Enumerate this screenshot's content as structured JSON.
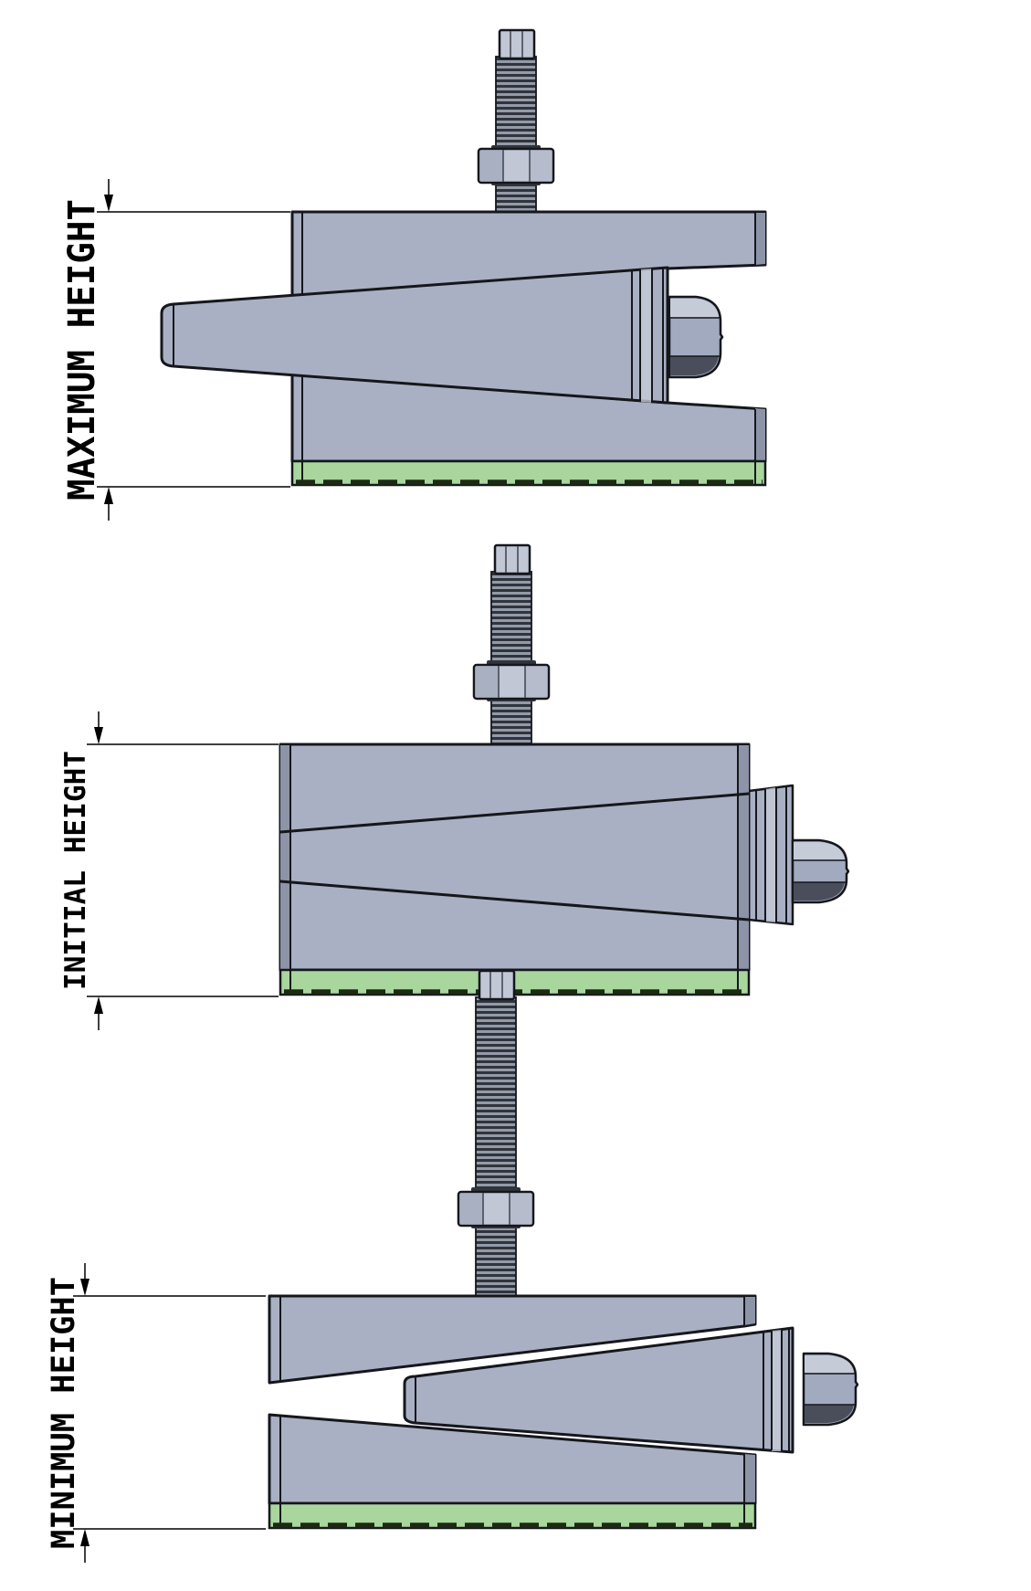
{
  "drawing": {
    "views": [
      {
        "id": "maximum",
        "label": "MAXIMUM HEIGHT"
      },
      {
        "id": "initial",
        "label": "INITIAL HEIGHT"
      },
      {
        "id": "minimum",
        "label": "MINIMUM HEIGHT"
      }
    ]
  },
  "colors": {
    "background": "#ffffff",
    "body": "#a9b0c3",
    "body_shade": "#8d94a8",
    "outline": "#15171c",
    "pad_green": "#a8d69d",
    "pad_tread": "#1c2a14",
    "nut": "#c2c7d6",
    "nut_face_l": "#a9b0c2",
    "nut_face_r": "#b6bccc",
    "nut_line": "#454a56",
    "thread_light": "#939aa8",
    "thread_dark": "#31343c",
    "bolt_light": "#c6cbd8",
    "bolt_mid": "#a2aabf",
    "bolt_dark": "#4a4e5a",
    "dimension": "#000000"
  }
}
